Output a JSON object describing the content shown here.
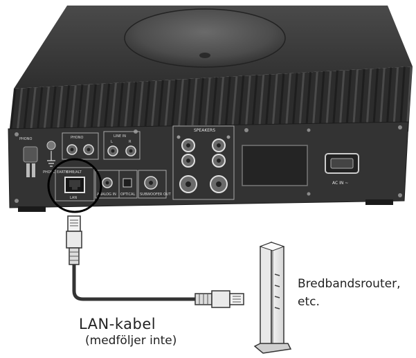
{
  "panel": {
    "aux_label": "PHONO",
    "earth_label": "PHONO EARTH",
    "phono_label": "PHONO",
    "line_in_label": "LINE IN",
    "line_l": "L",
    "line_r": "R",
    "network_label": "DMB/ALT",
    "lan_label": "LAN",
    "analog_in_label": "ANALOG IN",
    "optical_label": "OPTICAL",
    "subwoofer_label": "SUBWOOFER OUT",
    "speakers_label": "SPEAKERS",
    "ac_label": "AC IN ~"
  },
  "cable": {
    "label_line1": "LAN-kabel",
    "label_line2": "(medföljer inte)"
  },
  "router": {
    "label_line1": "Bredbandsrouter,",
    "label_line2": "etc."
  },
  "colors": {
    "device_body": "#3a3a3a",
    "device_panel": "#2a2a2a",
    "highlight_circle": "#000000",
    "cable": "#333333"
  }
}
